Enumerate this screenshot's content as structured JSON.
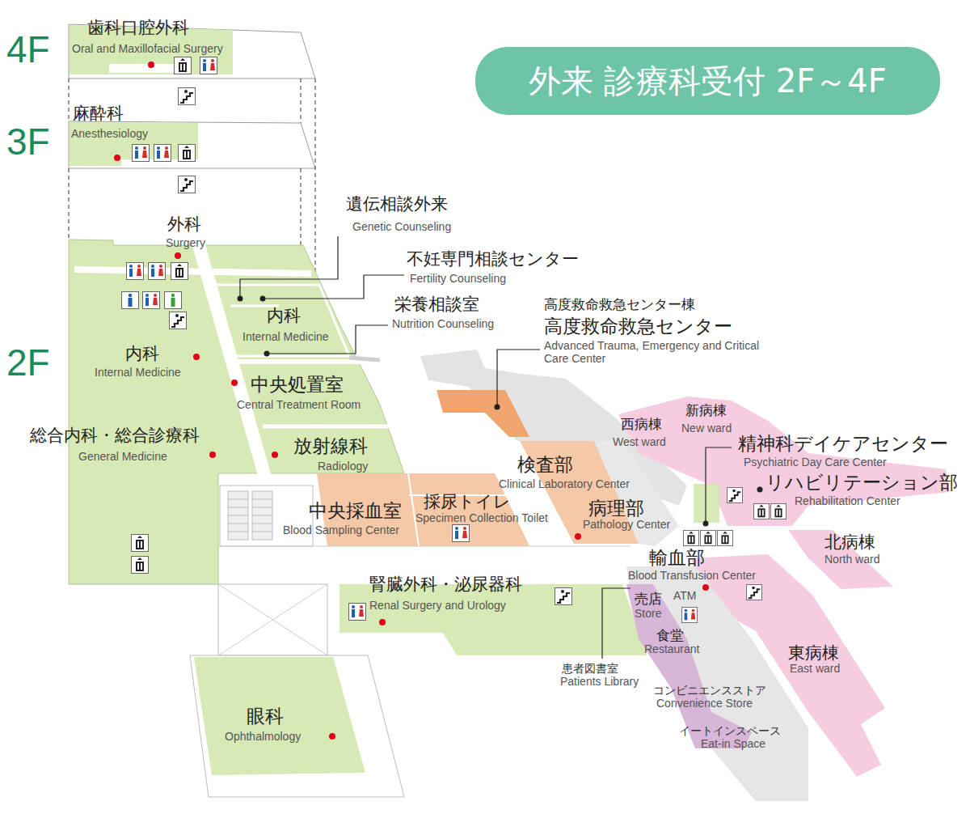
{
  "diagram": {
    "title": "外来 診療科受付 2F～4F",
    "labels": [
      "4F",
      "3F",
      "2F",
      "歯科口腔外科",
      "Oral and Maxillofacial Surgery",
      "麻酔科",
      "Anesthesiology",
      "外科",
      "Surgery",
      "遺伝相談外来",
      "Genetic Counseling",
      "不妊専門相談センター",
      "Fertility Counseling",
      "内科",
      "Internal Medicine",
      "栄養相談室",
      "Nutrition Counseling",
      "高度救命救急センター棟",
      "高度救命救急センター",
      "Advanced Trauma, Emergency and Critical Care Center",
      "内科",
      "Internal Medicine",
      "中央処置室",
      "Central Treatment Room",
      "総合内科・総合診療科",
      "General Medicine",
      "放射線科",
      "Radiology",
      "西病棟",
      "West ward",
      "新病棟",
      "New ward",
      "精神科デイケアセンター",
      "Psychiatric Day Care Center",
      "検査部",
      "Clinical Laboratory Center",
      "リハビリテーション部",
      "Rehabilitation Center",
      "中央採血室",
      "Blood Sampling Center",
      "採尿トイレ",
      "Specimen Collection Toilet",
      "病理部",
      "Pathology Center",
      "北病棟",
      "North ward",
      "輸血部",
      "Blood Transfusion Center",
      "腎臓外科・泌尿器科",
      "Renal Surgery and Urology",
      "売店",
      "Store",
      "ATM",
      "食堂",
      "Restaurant",
      "東病棟",
      "East ward",
      "患者図書室",
      "Patients Library",
      "コンビニエンスストア",
      "Convenience Store",
      "眼科",
      "Ophthalmology",
      "イートインスペース",
      "Eat-in Space"
    ]
  }
}
